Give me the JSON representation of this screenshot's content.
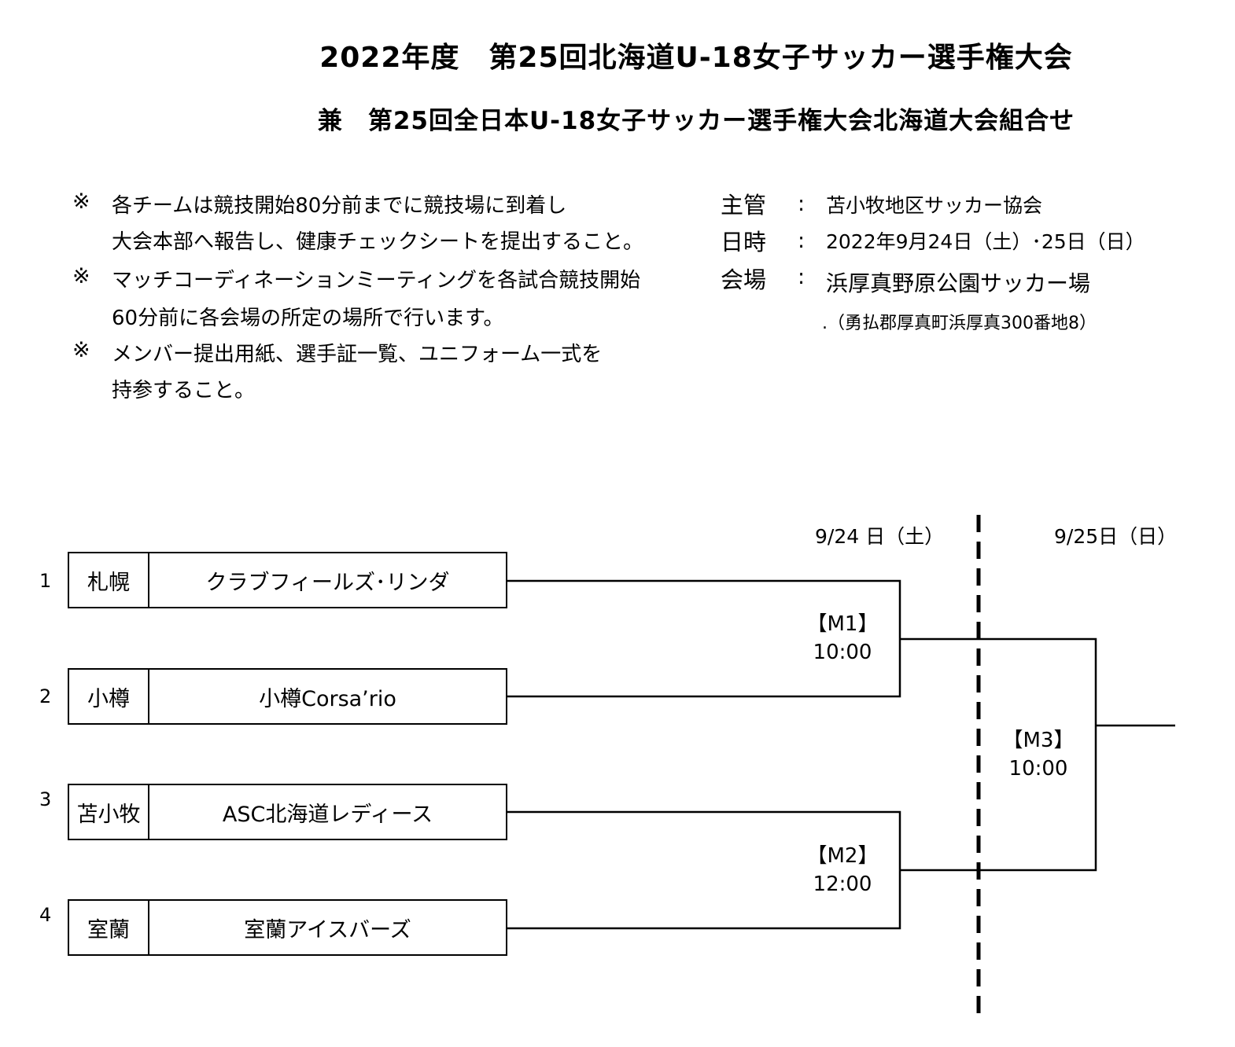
{
  "header": {
    "title": "2022年度　第25回北海道U-18女子サッカー選手権大会",
    "subtitle": "兼　第25回全日本U-18女子サッカー選手権大会北海道大会組合せ"
  },
  "notes": {
    "mark": "※",
    "items": [
      {
        "line1": "各チームは競技開始80分前までに競技場に到着し",
        "line2": "大会本部へ報告し、健康チェックシートを提出すること。"
      },
      {
        "line1": "マッチコーディネーションミーティングを各試合競技開始",
        "line2": "60分前に各会場の所定の場所で行います。"
      },
      {
        "line1": "メンバー提出用紙、選手証一覧、ユニフォーム一式を",
        "line2": "持参すること。"
      }
    ]
  },
  "info": {
    "colon": ":",
    "organizer_label": "主管",
    "organizer_value": "苫小牧地区サッカー協会",
    "date_label": "日時",
    "date_value": "2022年9月24日（土）･25日（日）",
    "venue_label": "会場",
    "venue_value": "浜厚真野原公園サッカー場",
    "venue_address": ".（勇払郡厚真町浜厚真300番地8）"
  },
  "bracket": {
    "day1_label": "9/24 日（土）",
    "day2_label": "9/25日（日）",
    "teams": [
      {
        "seed": "1",
        "area": "札幌",
        "name": "クラブフィールズ･リンダ"
      },
      {
        "seed": "2",
        "area": "小樽",
        "name": "小樽Corsa’rio"
      },
      {
        "seed": "3",
        "area": "苫小牧",
        "name": "ASC北海道レディース"
      },
      {
        "seed": "4",
        "area": "室蘭",
        "name": "室蘭アイスバーズ"
      }
    ],
    "matches": [
      {
        "id": "【M1】",
        "time": "10:00"
      },
      {
        "id": "【M2】",
        "time": "12:00"
      },
      {
        "id": "【M3】",
        "time": "10:00"
      }
    ]
  }
}
